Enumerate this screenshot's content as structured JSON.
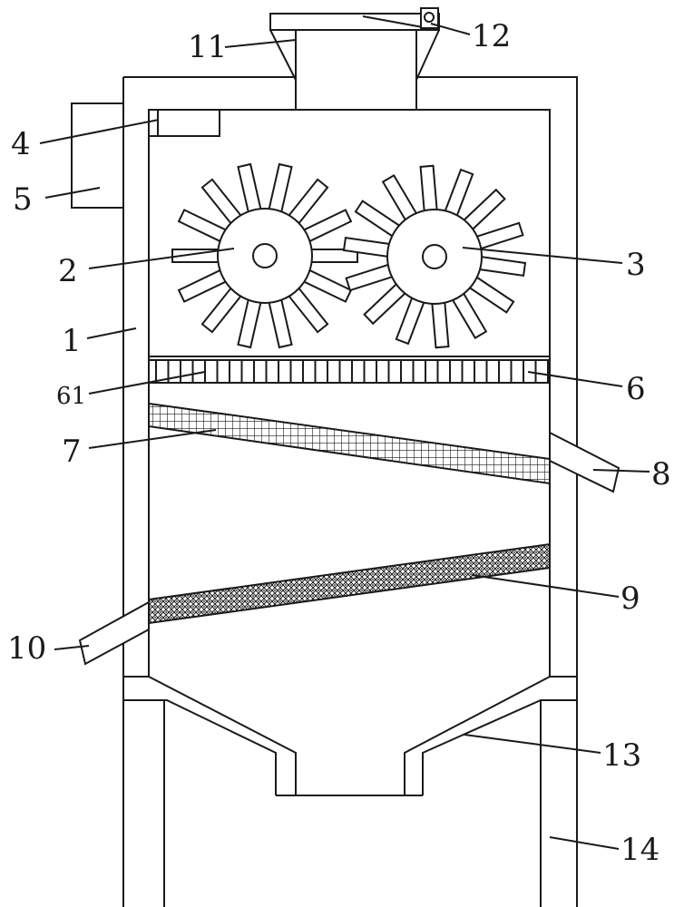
{
  "labels": {
    "l1": "1",
    "l2": "2",
    "l3": "3",
    "l4": "4",
    "l5": "5",
    "l6": "6",
    "l61": "61",
    "l7": "7",
    "l8": "8",
    "l9": "9",
    "l10": "10",
    "l11": "11",
    "l12": "12",
    "l13": "13",
    "l14": "14"
  }
}
